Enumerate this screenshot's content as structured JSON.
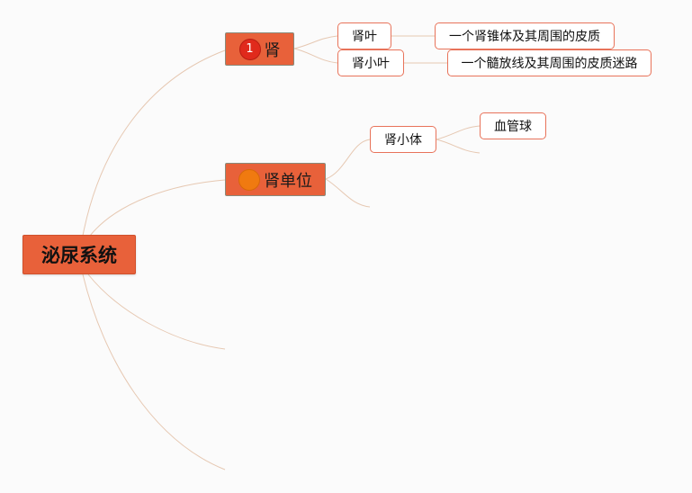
{
  "root": {
    "label": "泌尿系统"
  },
  "branches": [
    {
      "label": "肾",
      "marker": "1",
      "children": [
        {
          "label": "肾叶",
          "detail": "一个肾锥体及其周围的皮质"
        },
        {
          "label": "肾小叶",
          "detail": "一个髓放线及其周围的皮质迷路"
        }
      ]
    },
    {
      "label": "肾单位",
      "marker": "",
      "children": [
        {
          "label": "肾小体",
          "child": "血管球"
        }
      ]
    }
  ],
  "colors": {
    "node_fill": "#e8613a",
    "sub_border": "#e8735a",
    "link": "#e6c8b2",
    "marker_priority": "#e02a1c",
    "marker_progress": "#f07a10",
    "background": "#fbfbfb"
  },
  "icons": [
    "priority-1-marker",
    "progress-marker"
  ]
}
